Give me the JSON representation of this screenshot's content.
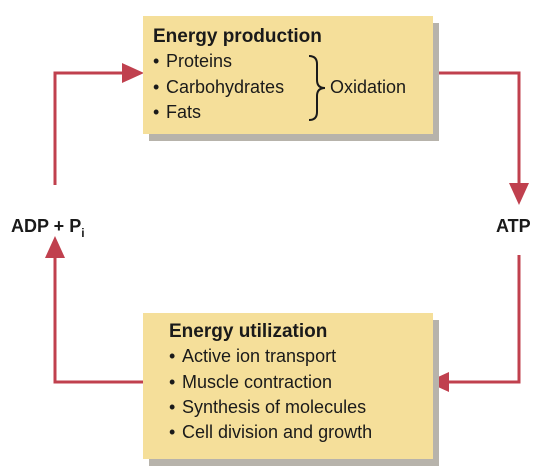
{
  "colors": {
    "box_fill": "#f5df9a",
    "box_shadow": "#b7b3ab",
    "arrow": "#c0404e",
    "text": "#1a1a1a"
  },
  "production": {
    "title": "Energy production",
    "bullet": "•",
    "items": [
      "Proteins",
      "Carbohydrates",
      "Fats"
    ],
    "process": "Oxidation"
  },
  "utilization": {
    "title": "Energy utilization",
    "bullet": "•",
    "items": [
      "Active ion transport",
      "Muscle contraction",
      "Synthesis of molecules",
      "Cell division and growth"
    ]
  },
  "labels": {
    "adp_main": "ADP + P",
    "adp_sub": "i",
    "atp": "ATP"
  }
}
